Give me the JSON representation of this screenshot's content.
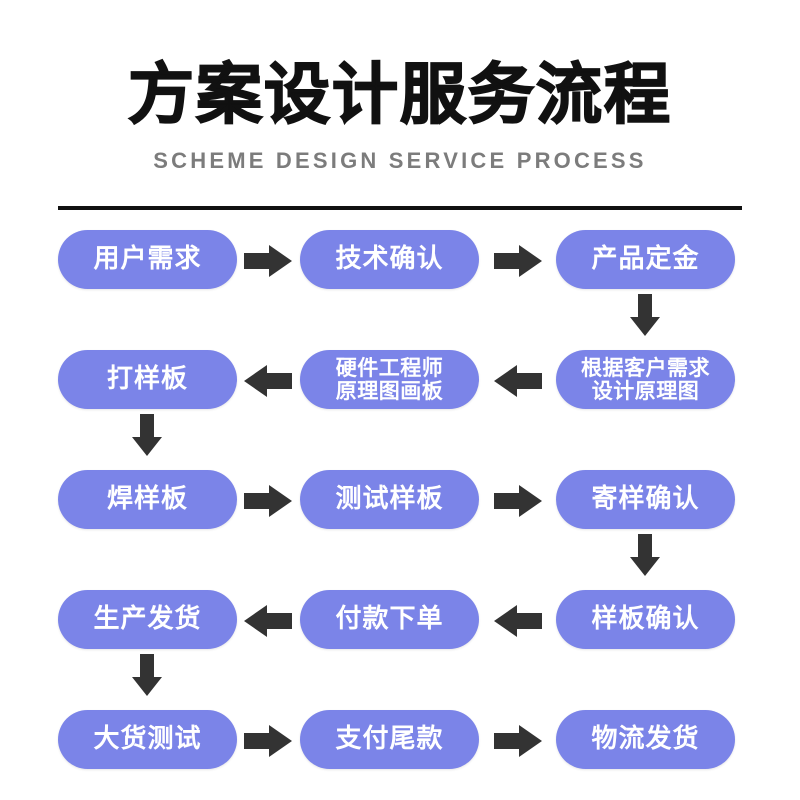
{
  "header": {
    "title": "方案设计服务流程",
    "subtitle": "SCHEME DESIGN SERVICE PROCESS"
  },
  "theme": {
    "node_fill": "#7b84e8",
    "node_text": "#ffffff",
    "arrow_color": "#333333",
    "title_color": "#111111",
    "subtitle_color": "#7c7c7c",
    "divider_color": "#111111",
    "background": "#ffffff"
  },
  "flow": {
    "rows": [
      {
        "direction": "right",
        "nodes": [
          {
            "line1": "用户需求",
            "line2": ""
          },
          {
            "line1": "技术确认",
            "line2": ""
          },
          {
            "line1": "产品定金",
            "line2": ""
          }
        ],
        "connector_down": "right"
      },
      {
        "direction": "left",
        "nodes": [
          {
            "line1": "打样板",
            "line2": ""
          },
          {
            "line1": "硬件工程师",
            "line2": "原理图画板"
          },
          {
            "line1": "根据客户需求",
            "line2": "设计原理图"
          }
        ],
        "connector_down": "left"
      },
      {
        "direction": "right",
        "nodes": [
          {
            "line1": "焊样板",
            "line2": ""
          },
          {
            "line1": "测试样板",
            "line2": ""
          },
          {
            "line1": "寄样确认",
            "line2": ""
          }
        ],
        "connector_down": "right"
      },
      {
        "direction": "left",
        "nodes": [
          {
            "line1": "生产发货",
            "line2": ""
          },
          {
            "line1": "付款下单",
            "line2": ""
          },
          {
            "line1": "样板确认",
            "line2": ""
          }
        ],
        "connector_down": "left"
      },
      {
        "direction": "right",
        "nodes": [
          {
            "line1": "大货测试",
            "line2": ""
          },
          {
            "line1": "支付尾款",
            "line2": ""
          },
          {
            "line1": "物流发货",
            "line2": ""
          }
        ],
        "connector_down": ""
      }
    ]
  }
}
